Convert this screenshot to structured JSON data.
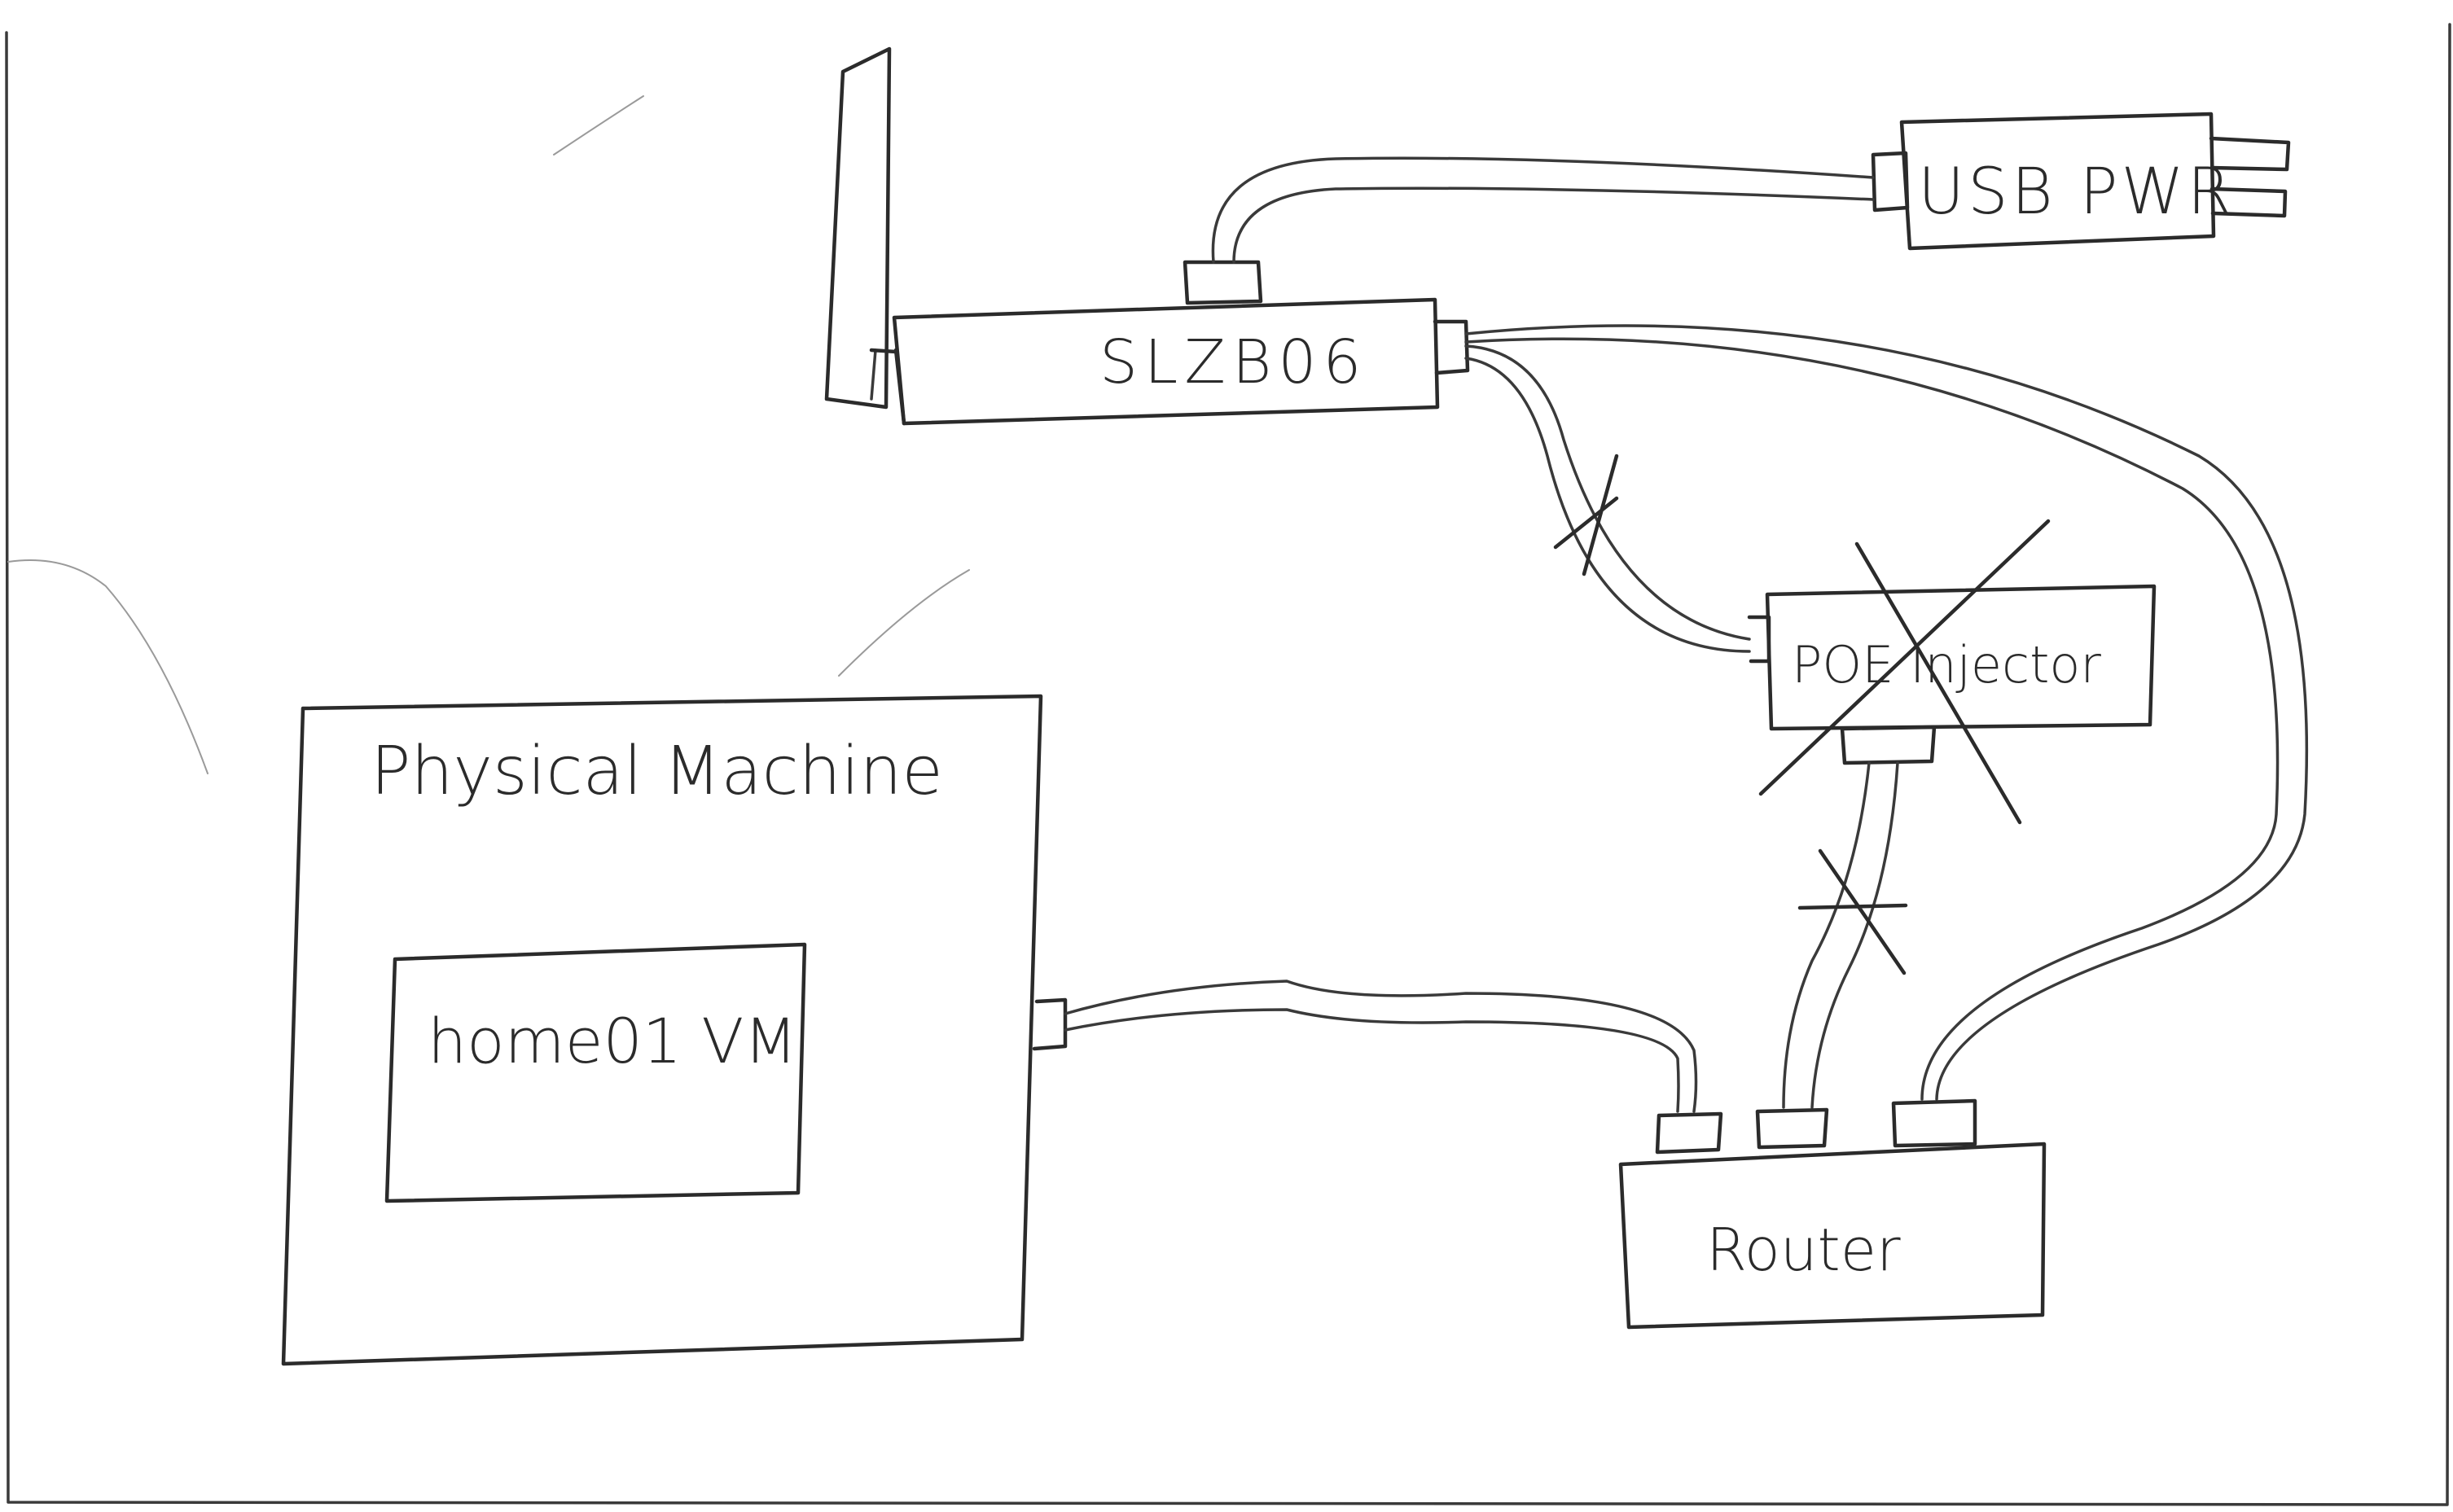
{
  "labels": {
    "device": "SLZB06",
    "usb_power": "USB PWR",
    "poe_injector": "POE Injector",
    "machine": "Physical Machine",
    "vm": "home01 VM",
    "router": "Router"
  },
  "state": {
    "poe_injector_crossed_out": true,
    "poe_cables_crossed_out": true
  },
  "colors": {
    "ink": "#2b2b2b",
    "paper": "#ffffff"
  }
}
